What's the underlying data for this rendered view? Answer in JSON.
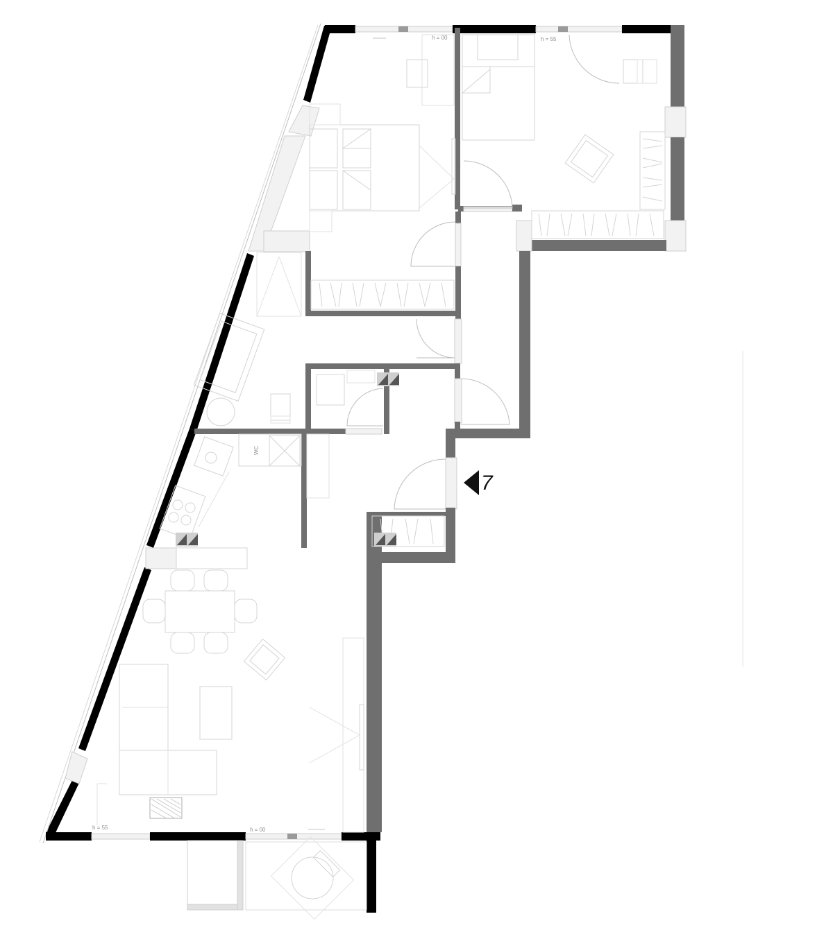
{
  "plan": {
    "unit_number": "7",
    "labels": {
      "wc": "WC",
      "window_bottom_left": "h = 55",
      "window_bottom_right": "h = 00",
      "window_top_left": "h = 00",
      "window_top_right": "h = 55"
    },
    "icons": {
      "entrance_marker": "triangle-left-icon",
      "shaft": "ventilation-shaft-icon"
    },
    "colors": {
      "exterior_wall": "#000000",
      "interior_wall": "#6f6f6f",
      "furniture_line": "#d4d4d4",
      "background": "#ffffff"
    }
  }
}
